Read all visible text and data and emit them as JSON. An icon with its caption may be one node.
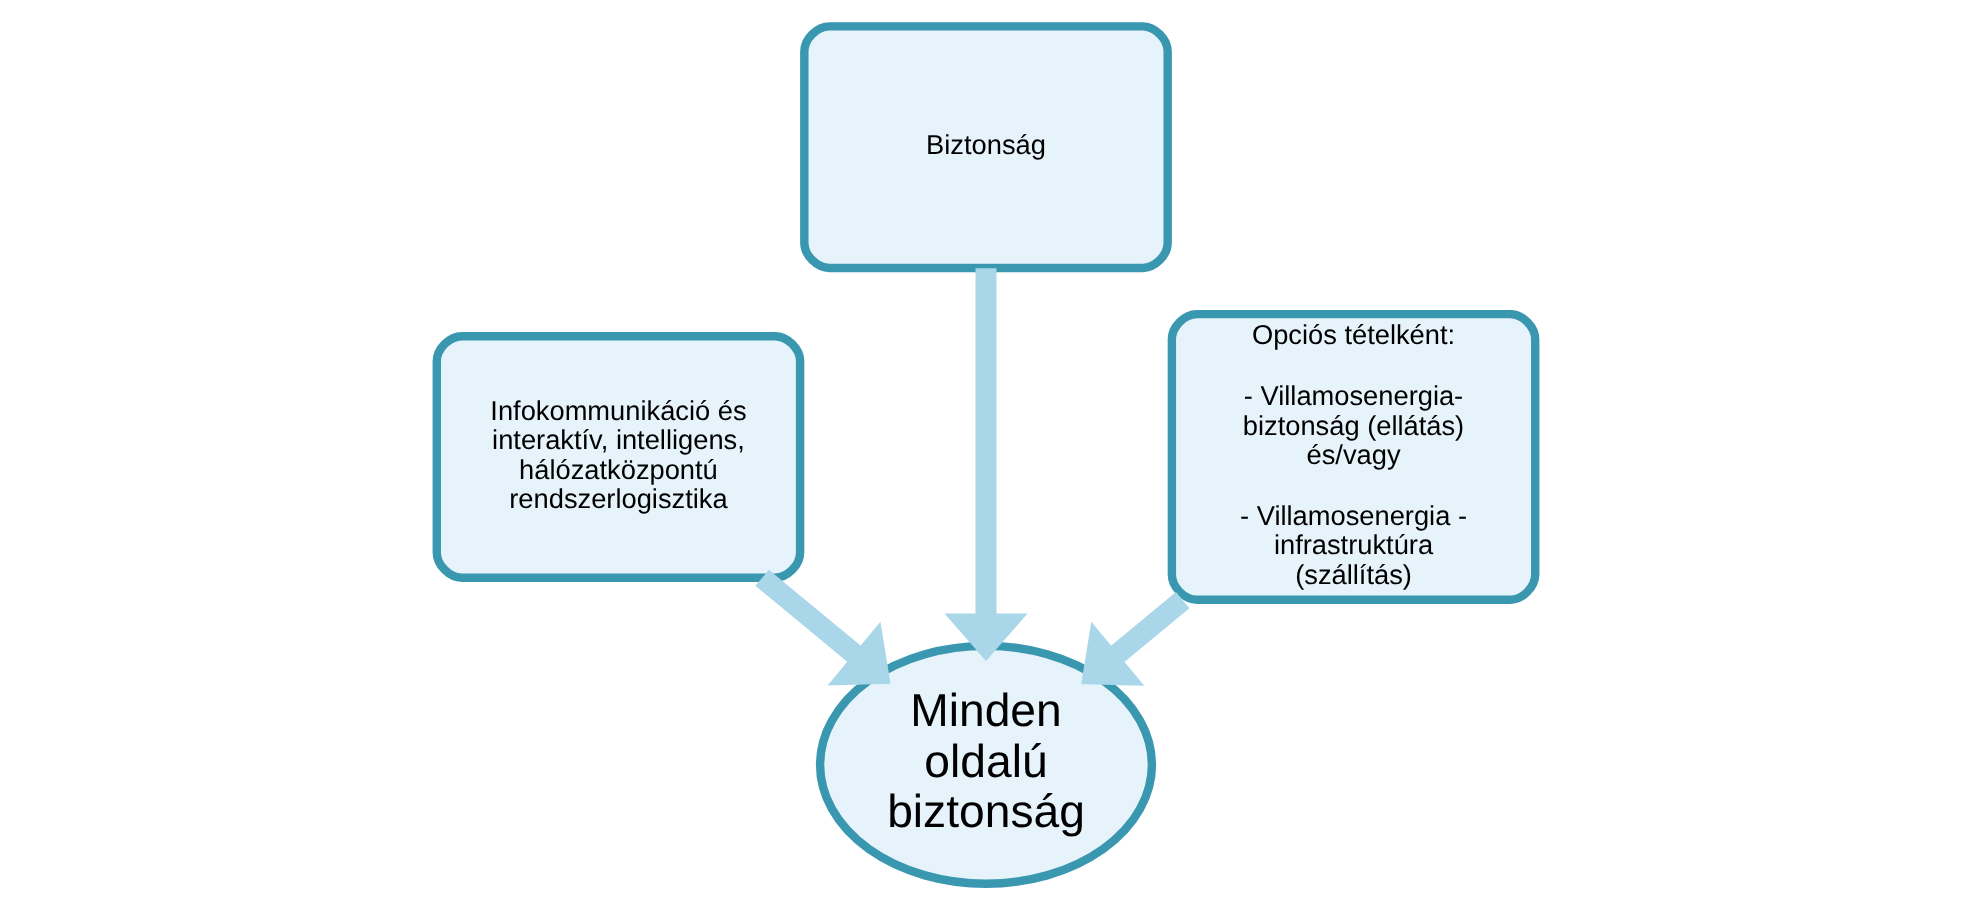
{
  "diagram": {
    "nodes": [
      {
        "text": [
          "Infokommunikáció és interaktív, intelligens, hálózatközpontú rendszerlogisztika"
        ]
      },
      {
        "text": [
          "Biztonság"
        ]
      },
      {
        "text": [
          "Opciós tételként:",
          "- Villamosenergia-biztonság (ellátás) és/vagy",
          "- Villamosenergia - infrastruktúra (szállítás)"
        ]
      },
      {
        "text": [
          "Minden oldalú biztonság"
        ]
      }
    ],
    "edges": [
      {
        "from": 0,
        "to": 3,
        "arrow": "to"
      },
      {
        "from": 1,
        "to": 3,
        "arrow": "to"
      },
      {
        "from": 2,
        "to": 3,
        "arrow": "to"
      }
    ]
  }
}
